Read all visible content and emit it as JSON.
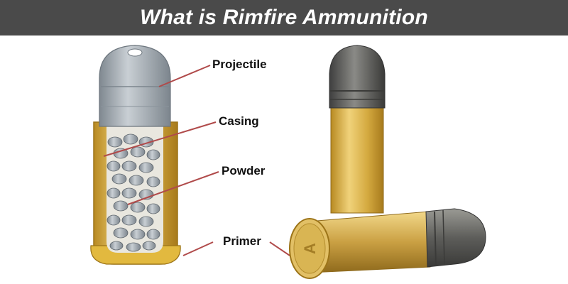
{
  "title": "What is Rimfire Ammunition",
  "labels": {
    "projectile": "Projectile",
    "casing": "Casing",
    "powder": "Powder",
    "primer": "Primer"
  },
  "colors": {
    "title_bar": "#4a4a4a",
    "leader_line": "#b04a4a",
    "brass": "#d8b14a",
    "lead": "#9aa3ac",
    "powder": "#8c939a"
  }
}
